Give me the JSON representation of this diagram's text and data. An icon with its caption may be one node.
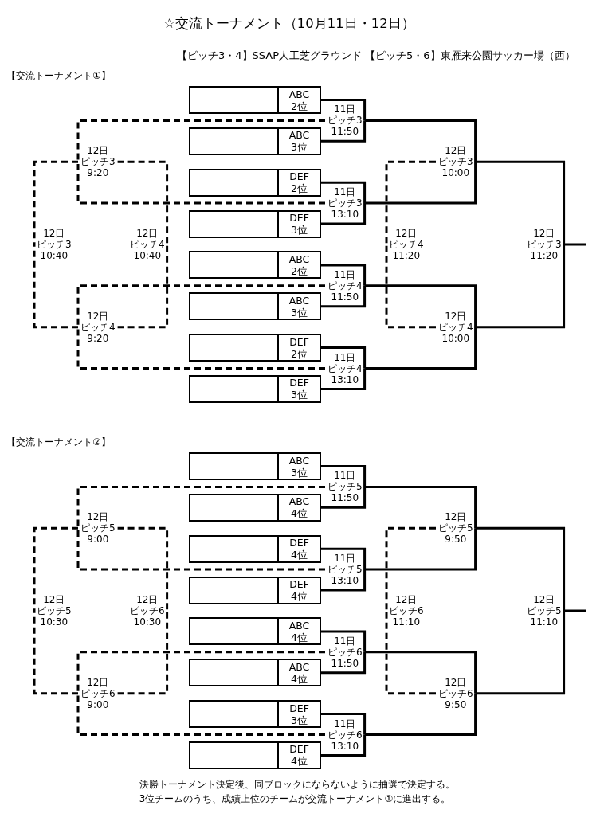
{
  "diagram": {
    "title": "☆交流トーナメント（10月11日・12日）",
    "nodes": [
      {
        "text": [
          "ABC 2位"
        ]
      },
      {
        "text": [
          "11日",
          "ピッチ3",
          "11:50"
        ]
      },
      {
        "text": [
          "ABC 3位"
        ]
      },
      {
        "text": [
          "12日",
          "ピッチ3",
          "9:20"
        ]
      },
      {
        "text": [
          "12日",
          "ピッチ3",
          "10:00"
        ]
      },
      {
        "text": [
          "DEF 2位"
        ]
      },
      {
        "text": [
          "11日",
          "ピッチ3",
          "13:10"
        ]
      },
      {
        "text": [
          "DEF 3位"
        ]
      },
      {
        "text": [
          "12日",
          "ピッチ3",
          "10:40"
        ]
      },
      {
        "text": [
          "12日",
          "ピッチ4",
          "10:40"
        ]
      },
      {
        "text": [
          "12日",
          "ピッチ4",
          "11:20"
        ]
      },
      {
        "text": [
          "12日",
          "ピッチ3",
          "11:20"
        ]
      },
      {
        "text": [
          "ABC 2位"
        ]
      },
      {
        "text": [
          "11日",
          "ピッチ4",
          "11:50"
        ]
      },
      {
        "text": [
          "ABC 3位"
        ]
      },
      {
        "text": [
          "12日",
          "ピッチ4",
          "9:20"
        ]
      },
      {
        "text": [
          "12日",
          "ピッチ4",
          "10:00"
        ]
      },
      {
        "text": [
          "DEF 2位"
        ]
      },
      {
        "text": [
          "11日",
          "ピッチ4",
          "13:10"
        ]
      },
      {
        "text": [
          "DEF 3位"
        ]
      },
      {
        "text": [
          "ABC 3位"
        ]
      },
      {
        "text": [
          "11日",
          "ピッチ5",
          "11:50"
        ]
      },
      {
        "text": [
          "ABC 4位"
        ]
      },
      {
        "text": [
          "12日",
          "ピッチ5",
          "9:00"
        ]
      },
      {
        "text": [
          "12日",
          "ピッチ5",
          "9:50"
        ]
      },
      {
        "text": [
          "DEF 4位"
        ]
      },
      {
        "text": [
          "11日",
          "ピッチ5",
          "13:10"
        ]
      },
      {
        "text": [
          "DEF 4位"
        ]
      },
      {
        "text": [
          "12日",
          "ピッチ5",
          "10:30"
        ]
      },
      {
        "text": [
          "12日",
          "ピッチ6",
          "10:30"
        ]
      },
      {
        "text": [
          "12日",
          "ピッチ6",
          "11:10"
        ]
      },
      {
        "text": [
          "12日",
          "ピッチ5",
          "11:10"
        ]
      },
      {
        "text": [
          "ABC 4位"
        ]
      },
      {
        "text": [
          "11日",
          "ピッチ6",
          "11:50"
        ]
      },
      {
        "text": [
          "ABC 4位"
        ]
      },
      {
        "text": [
          "12日",
          "ピッチ6",
          "9:00"
        ]
      },
      {
        "text": [
          "12日",
          "ピッチ6",
          "9:50"
        ]
      },
      {
        "text": [
          "DEF 3位"
        ]
      },
      {
        "text": [
          "11日",
          "ピッチ6",
          "13:10"
        ]
      },
      {
        "text": [
          "DEF 4位"
        ]
      }
    ],
    "edges": [
      {
        "from": 0,
        "to": 1,
        "arrow": "none"
      },
      {
        "from": 2,
        "to": 1,
        "arrow": "none"
      },
      {
        "from": 5,
        "to": 6,
        "arrow": "none"
      },
      {
        "from": 7,
        "to": 6,
        "arrow": "none"
      },
      {
        "from": 12,
        "to": 13,
        "arrow": "none"
      },
      {
        "from": 14,
        "to": 13,
        "arrow": "none"
      },
      {
        "from": 17,
        "to": 18,
        "arrow": "none"
      },
      {
        "from": 19,
        "to": 18,
        "arrow": "none"
      },
      {
        "from": 1,
        "to": 4,
        "arrow": "none"
      },
      {
        "from": 6,
        "to": 4,
        "arrow": "none"
      },
      {
        "from": 13,
        "to": 16,
        "arrow": "none"
      },
      {
        "from": 18,
        "to": 16,
        "arrow": "none"
      },
      {
        "from": 4,
        "to": 11,
        "arrow": "none"
      },
      {
        "from": 16,
        "to": 11,
        "arrow": "none"
      },
      {
        "from": 11,
        "to": null,
        "arrow": "none"
      },
      {
        "from": 1,
        "to": 3,
        "arrow": "none",
        "style": "dashed"
      },
      {
        "from": 6,
        "to": 3,
        "arrow": "none",
        "style": "dashed"
      },
      {
        "from": 13,
        "to": 15,
        "arrow": "none",
        "style": "dashed"
      },
      {
        "from": 18,
        "to": 15,
        "arrow": "none",
        "style": "dashed"
      },
      {
        "from": 3,
        "to": 8,
        "arrow": "none",
        "style": "dashed"
      },
      {
        "from": 15,
        "to": 8,
        "arrow": "none",
        "style": "dashed"
      },
      {
        "from": 3,
        "to": 9,
        "arrow": "none",
        "style": "dashed"
      },
      {
        "from": 15,
        "to": 9,
        "arrow": "none",
        "style": "dashed"
      },
      {
        "from": 4,
        "to": 10,
        "arrow": "none",
        "style": "dashed"
      },
      {
        "from": 16,
        "to": 10,
        "arrow": "none",
        "style": "dashed"
      },
      {
        "from": 20,
        "to": 21,
        "arrow": "none"
      },
      {
        "from": 22,
        "to": 21,
        "arrow": "none"
      },
      {
        "from": 25,
        "to": 26,
        "arrow": "none"
      },
      {
        "from": 27,
        "to": 26,
        "arrow": "none"
      },
      {
        "from": 32,
        "to": 33,
        "arrow": "none"
      },
      {
        "from": 34,
        "to": 33,
        "arrow": "none"
      },
      {
        "from": 37,
        "to": 38,
        "arrow": "none"
      },
      {
        "from": 39,
        "to": 38,
        "arrow": "none"
      },
      {
        "from": 21,
        "to": 24,
        "arrow": "none"
      },
      {
        "from": 26,
        "to": 24,
        "arrow": "none"
      },
      {
        "from": 33,
        "to": 36,
        "arrow": "none"
      },
      {
        "from": 38,
        "to": 36,
        "arrow": "none"
      },
      {
        "from": 24,
        "to": 31,
        "arrow": "none"
      },
      {
        "from": 36,
        "to": 31,
        "arrow": "none"
      },
      {
        "from": 31,
        "to": null,
        "arrow": "none"
      },
      {
        "from": 21,
        "to": 23,
        "arrow": "none",
        "style": "dashed"
      },
      {
        "from": 26,
        "to": 23,
        "arrow": "none",
        "style": "dashed"
      },
      {
        "from": 33,
        "to": 35,
        "arrow": "none",
        "style": "dashed"
      },
      {
        "from": 38,
        "to": 35,
        "arrow": "none",
        "style": "dashed"
      },
      {
        "from": 23,
        "to": 28,
        "arrow": "none",
        "style": "dashed"
      },
      {
        "from": 35,
        "to": 28,
        "arrow": "none",
        "style": "dashed"
      },
      {
        "from": 23,
        "to": 29,
        "arrow": "none",
        "style": "dashed"
      },
      {
        "from": 35,
        "to": 29,
        "arrow": "none",
        "style": "dashed"
      },
      {
        "from": 24,
        "to": 30,
        "arrow": "none",
        "style": "dashed"
      },
      {
        "from": 36,
        "to": 30,
        "arrow": "none",
        "style": "dashed"
      }
    ],
    "labels": [
      "【ピッチ3・4】SSAP人工芝グラウンド",
      "【ピッチ5・6】東雁来公園サッカー場（西）",
      "【交流トーナメント①】",
      "【交流トーナメント②】",
      "決勝トーナメント決定後、同ブロックにならないように抽選で決定する。",
      "3位チームのうち、成績上位のチームが交流トーナメント①に進出する。"
    ]
  }
}
